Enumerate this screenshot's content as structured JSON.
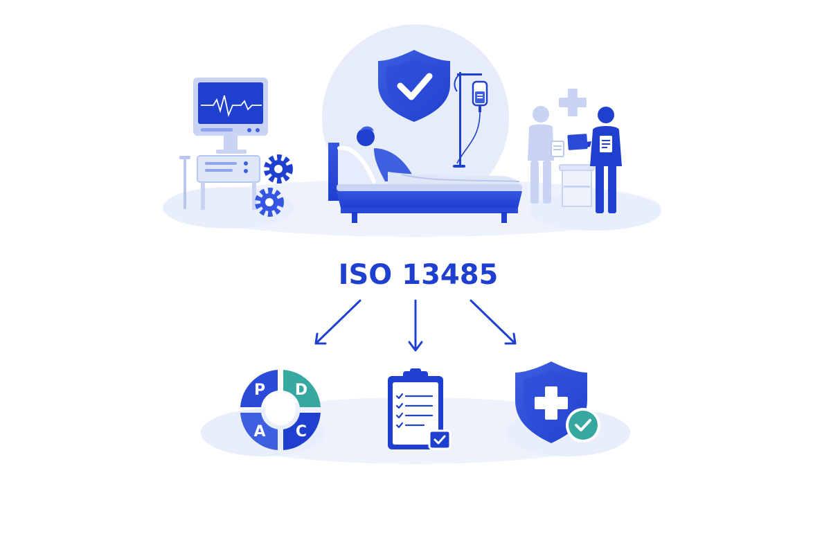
{
  "diagram": {
    "title": "ISO 13485",
    "pdca": {
      "plan": "P",
      "do": "D",
      "check": "C",
      "act": "A"
    }
  },
  "colors": {
    "primary": "#1f3fcf",
    "medium": "#3d5fe0",
    "light": "#8fa4ee",
    "pale": "#e6ecfb",
    "teal": "#36a8a0"
  },
  "icons": [
    "shield-check-icon",
    "heart-monitor-icon",
    "gear-icon",
    "iv-drip-icon",
    "hospital-bed-icon",
    "medical-cross-icon",
    "doctor-icon",
    "pdca-cycle-icon",
    "checklist-clipboard-icon",
    "shield-cross-icon",
    "check-badge-icon"
  ]
}
